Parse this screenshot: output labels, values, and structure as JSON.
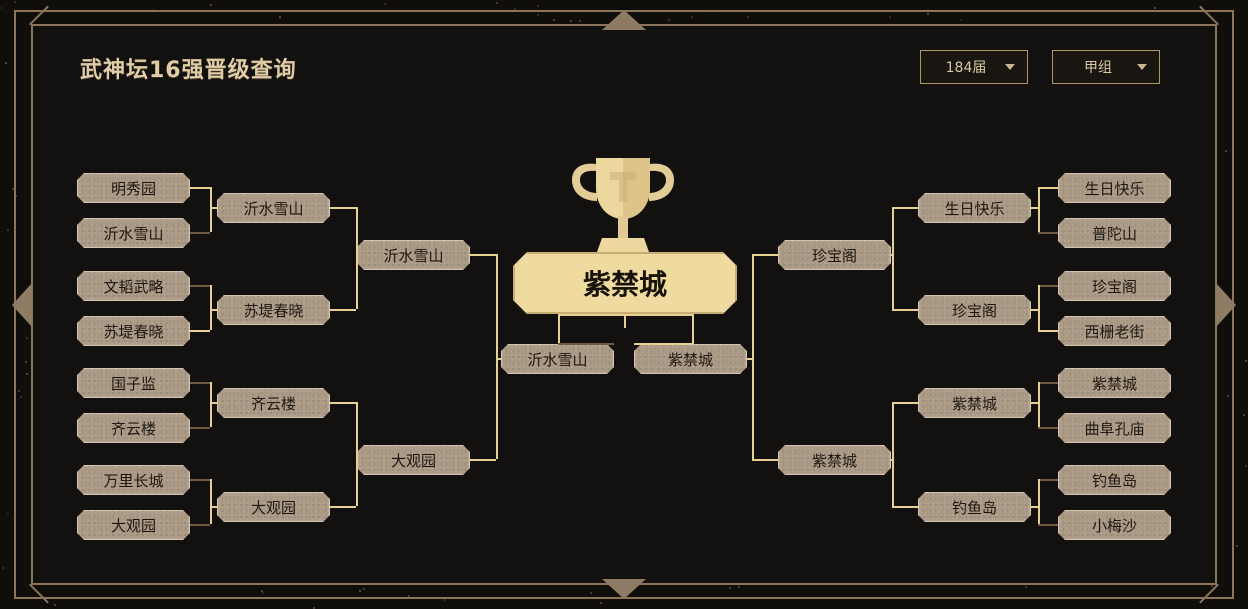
{
  "header": {
    "title": "武神坛16强晋级查询",
    "selects": [
      {
        "name": "season-select",
        "value": "184届"
      },
      {
        "name": "group-select",
        "value": "甲组"
      }
    ]
  },
  "icons": {
    "caret": "chevron-down-icon",
    "trophy": "trophy-icon",
    "chevron_top": "chevron-up-icon",
    "chevron_bottom": "chevron-down-icon",
    "chevron_left": "chevron-left-icon",
    "chevron_right": "chevron-right-icon"
  },
  "champion": {
    "label": "紫禁城"
  },
  "bracket": {
    "left": {
      "round16": [
        "明秀园",
        "沂水雪山",
        "文韬武略",
        "苏堤春晓",
        "国子监",
        "齐云楼",
        "万里长城",
        "大观园"
      ],
      "quarter": [
        "沂水雪山",
        "苏堤春晓",
        "齐云楼",
        "大观园"
      ],
      "semi": [
        "沂水雪山",
        "大观园"
      ],
      "final": [
        "沂水雪山"
      ]
    },
    "right": {
      "round16": [
        "生日快乐",
        "普陀山",
        "珍宝阁",
        "西栅老街",
        "紫禁城",
        "曲阜孔庙",
        "钓鱼岛",
        "小梅沙"
      ],
      "quarter": [
        "生日快乐",
        "珍宝阁",
        "紫禁城",
        "钓鱼岛"
      ],
      "semi": [
        "珍宝阁",
        "紫禁城"
      ],
      "final": [
        "紫禁城"
      ]
    }
  },
  "colors": {
    "background": "#100e0b",
    "frame": "#8b7558",
    "node_fill": "#a99883",
    "node_border": "#d3c4ab",
    "champion_fill": "#efda9f",
    "gold_line": "#e8cf92",
    "dim_line": "#6d5c41",
    "title_text": "#e0cda6"
  }
}
